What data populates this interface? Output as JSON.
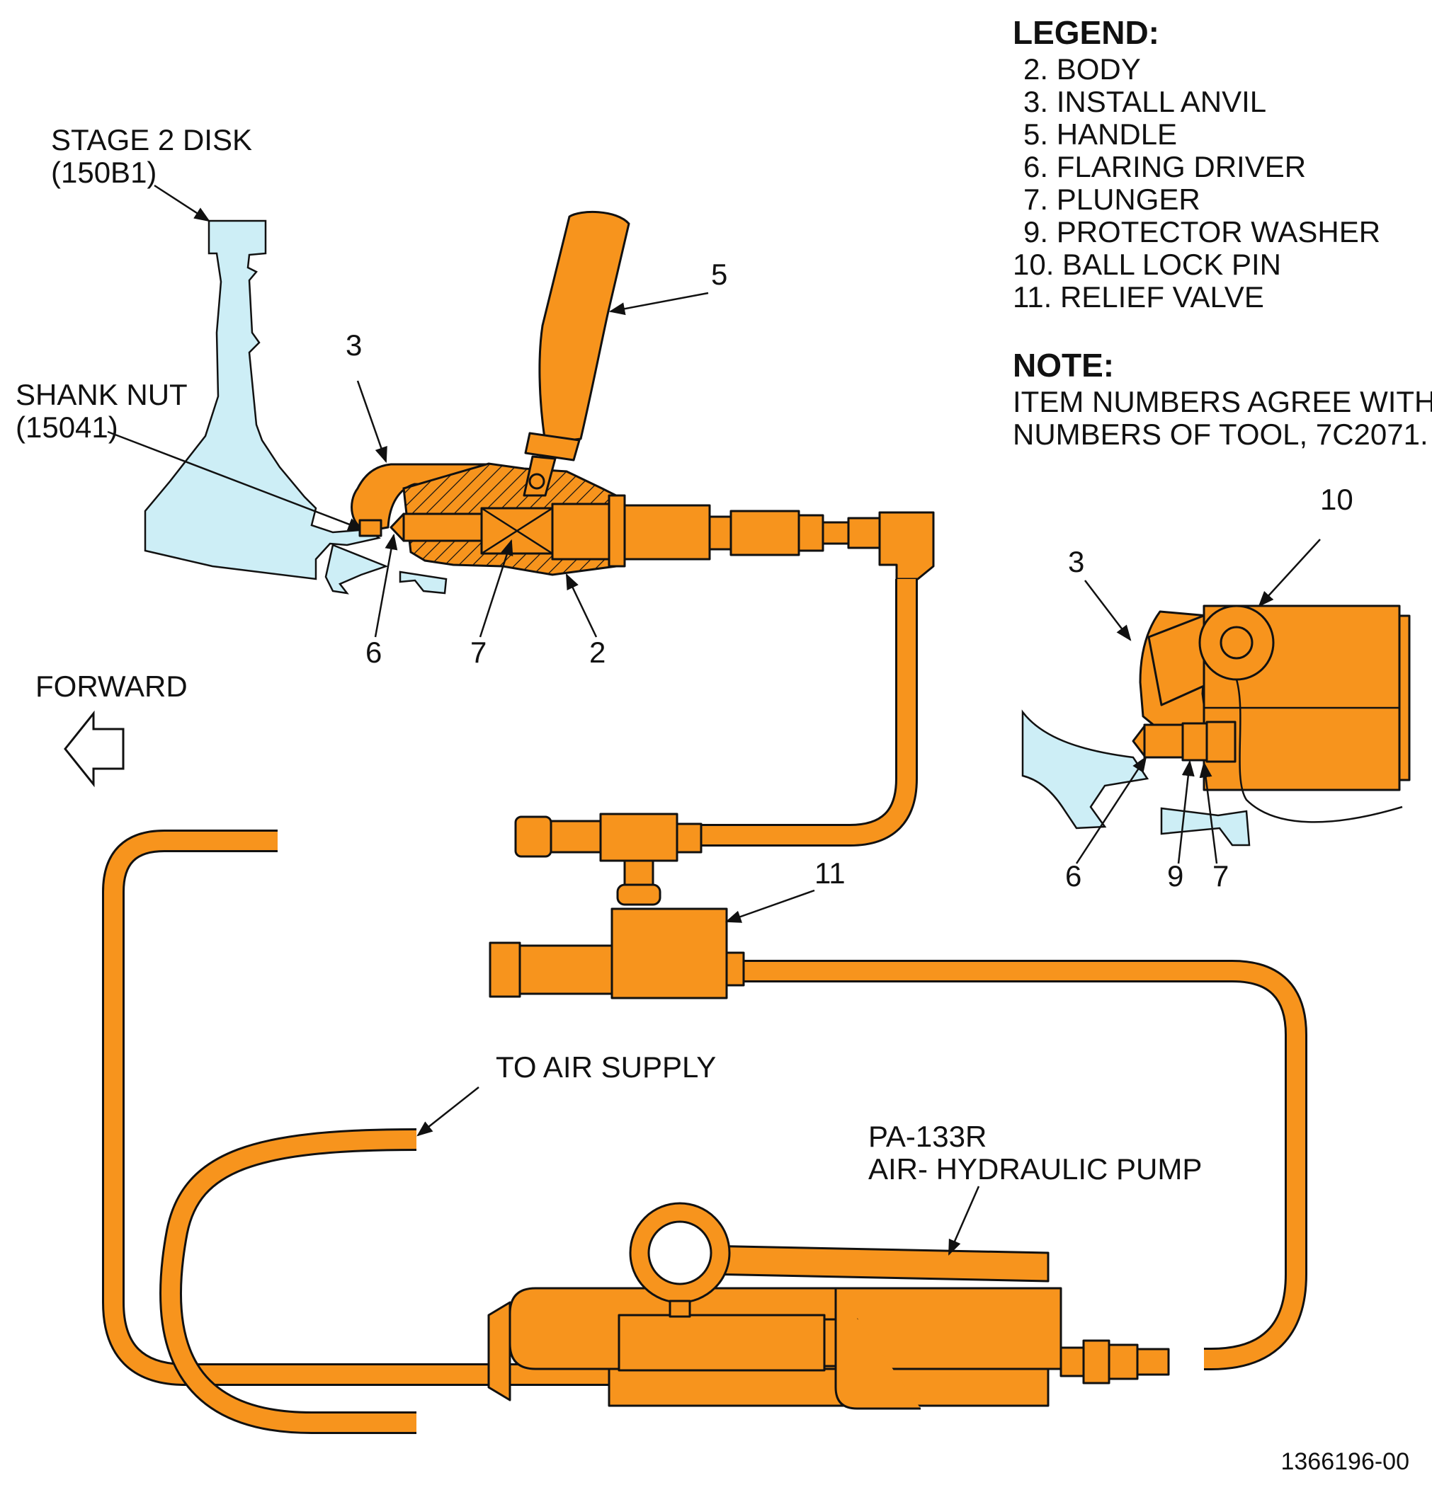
{
  "legend": {
    "title": "LEGEND:",
    "items": [
      "2. BODY",
      "3. INSTALL ANVIL",
      "5. HANDLE",
      "6. FLARING DRIVER",
      "7. PLUNGER",
      "9. PROTECTOR WASHER",
      "10. BALL LOCK PIN",
      "11. RELIEF VALVE"
    ]
  },
  "note": {
    "title": "NOTE:",
    "lines": [
      "ITEM NUMBERS AGREE WITH ITEM",
      "NUMBERS OF TOOL, 7C2071."
    ]
  },
  "labels": {
    "stage2_disk": "STAGE 2 DISK",
    "stage2_disk_pn": "(150B1)",
    "shank_nut": "SHANK NUT",
    "shank_nut_pn": "(15041)",
    "forward": "FORWARD",
    "to_air_supply": "TO AIR SUPPLY",
    "pump_model": "PA-133R",
    "pump_name": "AIR- HYDRAULIC PUMP",
    "figure_id": "1366196-00"
  },
  "callouts": {
    "main_3": "3",
    "main_5": "5",
    "main_6": "6",
    "main_7": "7",
    "main_2": "2",
    "valve_11": "11",
    "detail_3": "3",
    "detail_10": "10",
    "detail_6": "6",
    "detail_9": "9",
    "detail_7": "7"
  },
  "colors": {
    "tool_orange": "#F7941D",
    "disk_blue": "#CDEEF6",
    "line": "#111111"
  }
}
